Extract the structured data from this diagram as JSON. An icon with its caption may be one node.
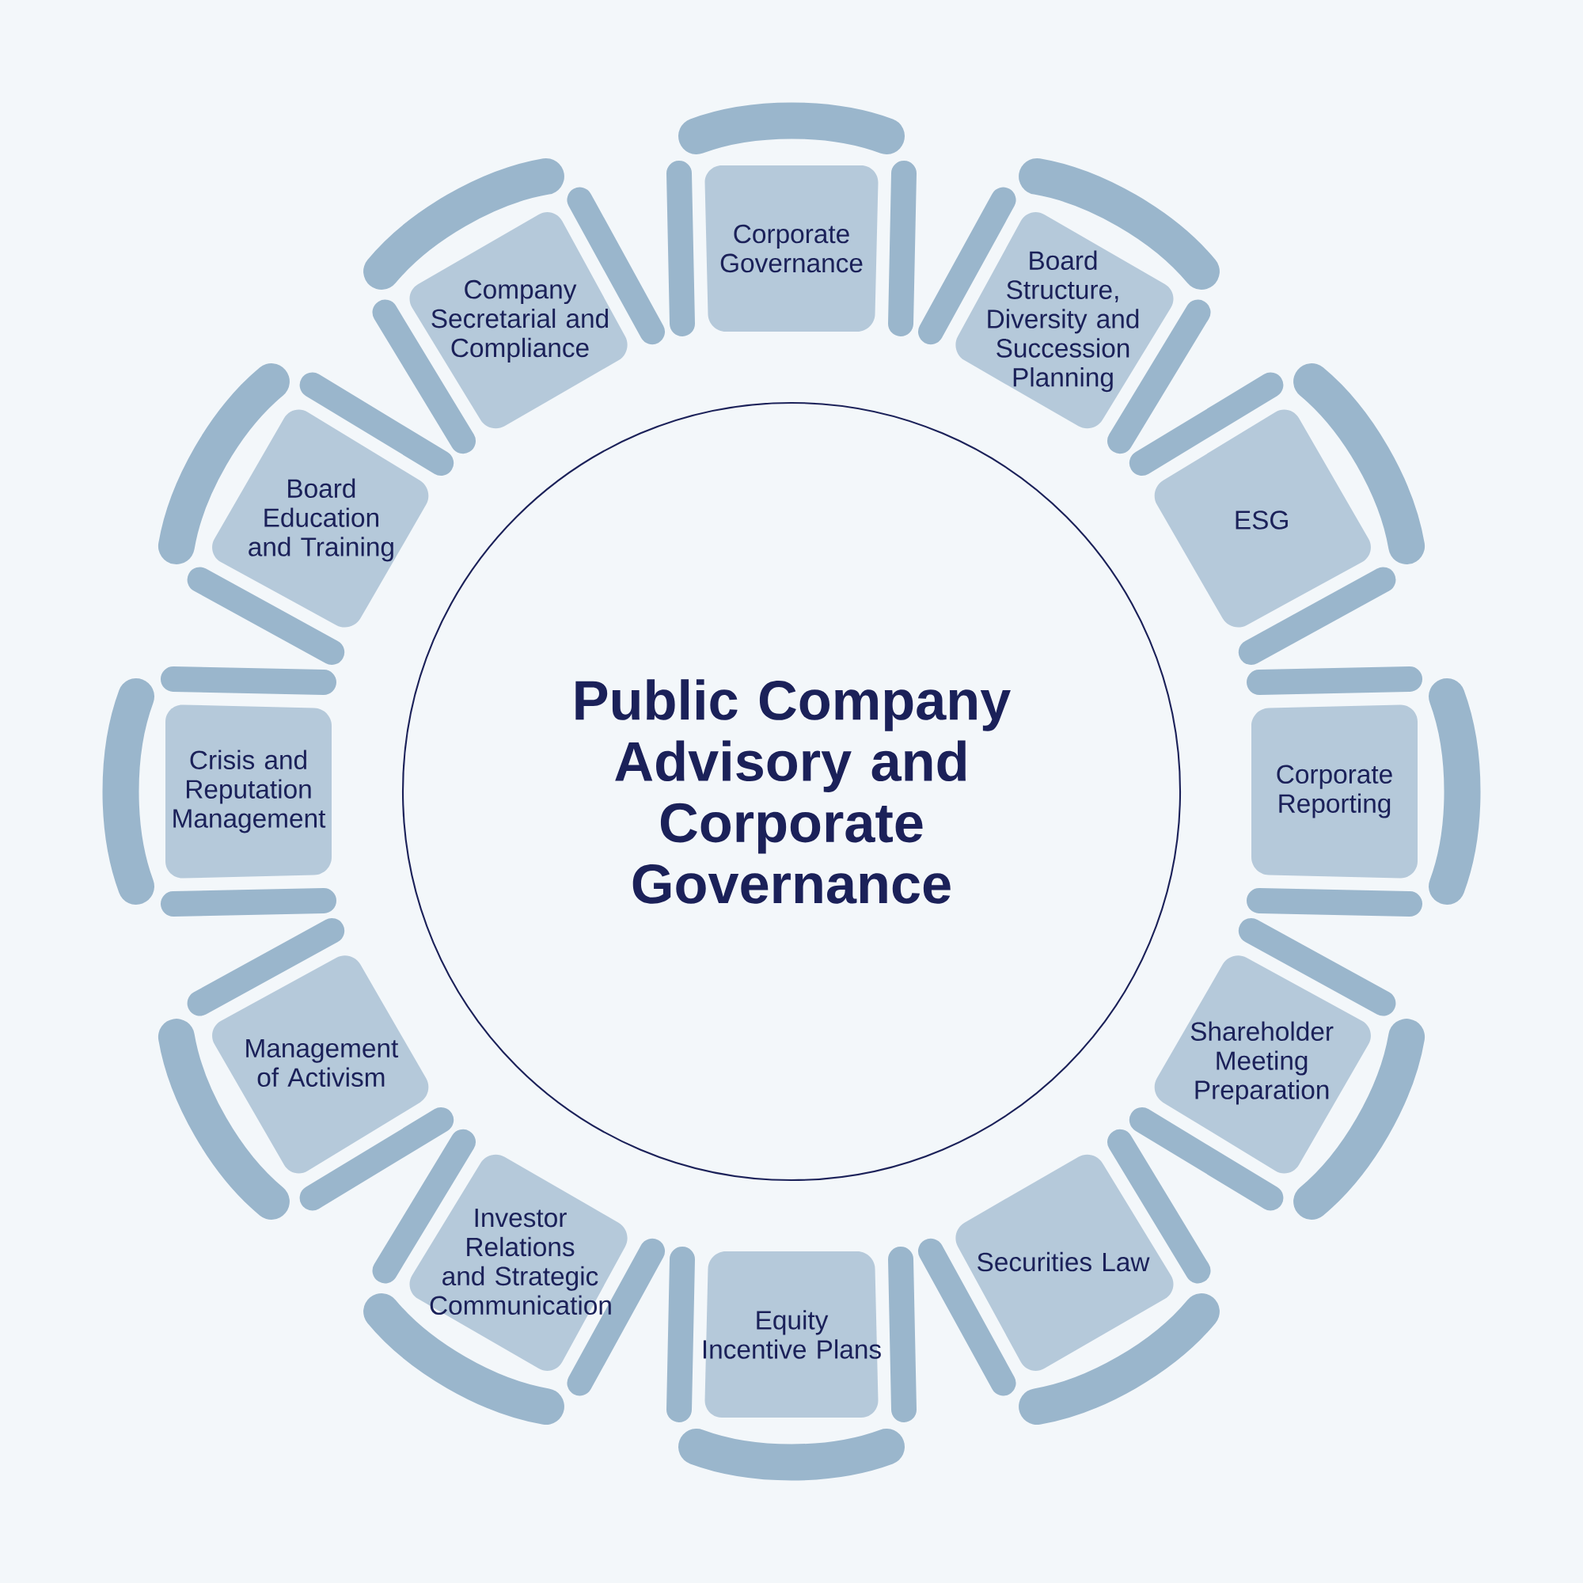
{
  "diagram": {
    "nodes": [
      {
        "text": [
          "Public Company Advisory and Corporate Governance"
        ]
      },
      {
        "text": [
          "Corporate Governance"
        ]
      },
      {
        "text": [
          "Board Structure, Diversity and Succession Planning"
        ]
      },
      {
        "text": [
          "ESG"
        ]
      },
      {
        "text": [
          "Corporate Reporting"
        ]
      },
      {
        "text": [
          "Shareholder Meeting Preparation"
        ]
      },
      {
        "text": [
          "Securities Law"
        ]
      },
      {
        "text": [
          "Equity Incentive Plans"
        ]
      },
      {
        "text": [
          "Investor Relations and Strategic Communication"
        ]
      },
      {
        "text": [
          "Management of Activism"
        ]
      },
      {
        "text": [
          "Crisis and Reputation Management"
        ]
      },
      {
        "text": [
          "Board Education and Training"
        ]
      },
      {
        "text": [
          "Company Secretarial and Compliance"
        ]
      }
    ]
  }
}
